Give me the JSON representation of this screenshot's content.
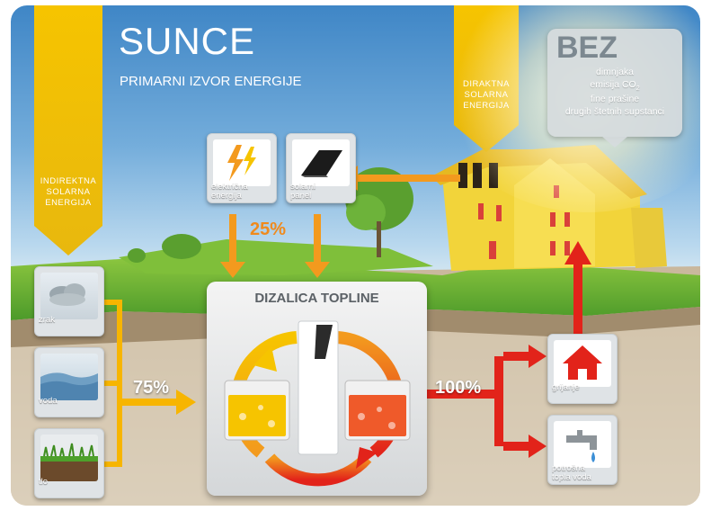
{
  "title": "SUNCE",
  "subtitle": "PRIMARNI IZVOR ENERGIJE",
  "beams": {
    "left_lines": [
      "INDIREKTNA",
      "SOLARNA",
      "ENERGIJA"
    ],
    "right_lines": [
      "DIRAKTNA",
      "SOLARNA",
      "ENERGIJA"
    ]
  },
  "bez": {
    "title": "BEZ",
    "lines": [
      "dimnjaka",
      "emisija CO",
      "fine prašine",
      "drugih štetnih supstanci"
    ],
    "co2_subscript": "2"
  },
  "sources": [
    {
      "label": "zrak",
      "icon": "cloud-icon"
    },
    {
      "label": "voda",
      "icon": "water-icon"
    },
    {
      "label": "tlo",
      "icon": "soil-icon"
    }
  ],
  "inputs": [
    {
      "label_lines": [
        "električna",
        "energija"
      ],
      "icon": "lightning-icon"
    },
    {
      "label_lines": [
        "solarni",
        "panel"
      ],
      "icon": "solar-panel-icon"
    }
  ],
  "outputs": [
    {
      "label_lines": [
        "grijanje"
      ],
      "icon": "house-icon"
    },
    {
      "label_lines": [
        "potrošna",
        "topla voda"
      ],
      "icon": "faucet-icon"
    }
  ],
  "heat_pump": {
    "title": "DIZALICA TOPLINE"
  },
  "percentages": {
    "external": "25%",
    "environment": "75%",
    "output": "100%"
  },
  "colors": {
    "orange_arrow": "#f39a1e",
    "red_arrow": "#e2231a",
    "beam_yellow": "#f4c21a",
    "pct_orange": "#f08a1c",
    "pct_red": "#e2231a"
  }
}
